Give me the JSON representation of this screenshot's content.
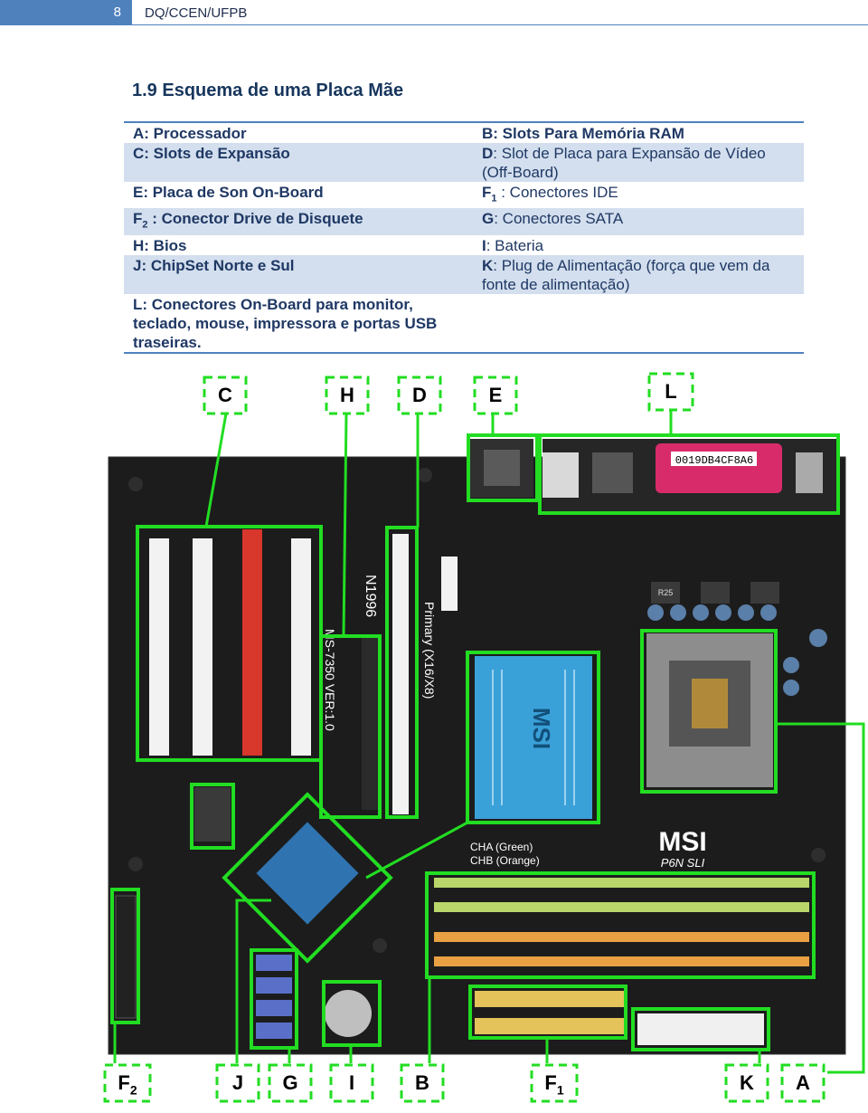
{
  "header": {
    "page_number": "8",
    "running_title": "DQ/CCEN/UFPB"
  },
  "section_title": "1.9 Esquema de uma Placa Mãe",
  "legend": {
    "rows": [
      {
        "left": "A: Processador",
        "right_key": "B",
        "right_text": ": Slots Para Memória RAM",
        "right_bold": true,
        "band": false
      },
      {
        "left": "C: Slots de Expansão",
        "right_key": "D",
        "right_text": ": Slot de Placa para Expansão de Vídeo (Off-Board)",
        "right_bold": false,
        "band": true
      },
      {
        "left": "E: Placa de Son On-Board",
        "right_key": "F",
        "right_sub": "1",
        "right_text": " : Conectores IDE",
        "right_bold": false,
        "band": false
      },
      {
        "left_key": "F",
        "left_sub": "2",
        "left_text": " : Conector Drive de Disquete",
        "right_key": "G",
        "right_text": ": Conectores SATA",
        "right_bold": false,
        "band": true
      },
      {
        "left": "H: Bios",
        "right_key": "I",
        "right_text": ": Bateria",
        "right_bold": false,
        "band": false
      },
      {
        "left": "J: ChipSet Norte e Sul",
        "right_key": "K",
        "right_text": ": Plug de Alimentação (força que vem da fonte de alimentação)",
        "right_bold": false,
        "band": true
      },
      {
        "left": "L: Conectores On-Board para monitor, teclado, mouse, impressora e portas USB traseiras.",
        "right_key": "",
        "right_text": "",
        "right_bold": false,
        "band": false
      }
    ]
  },
  "figure": {
    "top_labels": [
      "C",
      "H",
      "D",
      "E",
      "L"
    ],
    "bottom_labels": [
      {
        "key": "F",
        "sub": "2"
      },
      {
        "key": "J"
      },
      {
        "key": "G"
      },
      {
        "key": "I"
      },
      {
        "key": "B"
      },
      {
        "key": "F",
        "sub": "1"
      },
      {
        "key": "K"
      },
      {
        "key": "A"
      }
    ],
    "board_text": {
      "model": "MS-7350 VER:1.0",
      "brand": "MSI",
      "product": "P6N SLI",
      "serial": "0019DB4CF8A6",
      "bios_code": "N1996",
      "slot_primary": "Primary (X16/X8)",
      "cha": "CHA (Green)",
      "chb": "CHB (Orange)",
      "r25": "R25"
    },
    "colors": {
      "highlight": "#22dd22",
      "board": "#1c1c1c",
      "heatsink": "#3aa0d8",
      "ram_green": "#b9d66b",
      "ram_orange": "#e8a042",
      "ide": "#e3c35a",
      "sata": "#5a6fc8",
      "pci_red": "#d8372b",
      "serial_port": "#d82c6a"
    }
  }
}
